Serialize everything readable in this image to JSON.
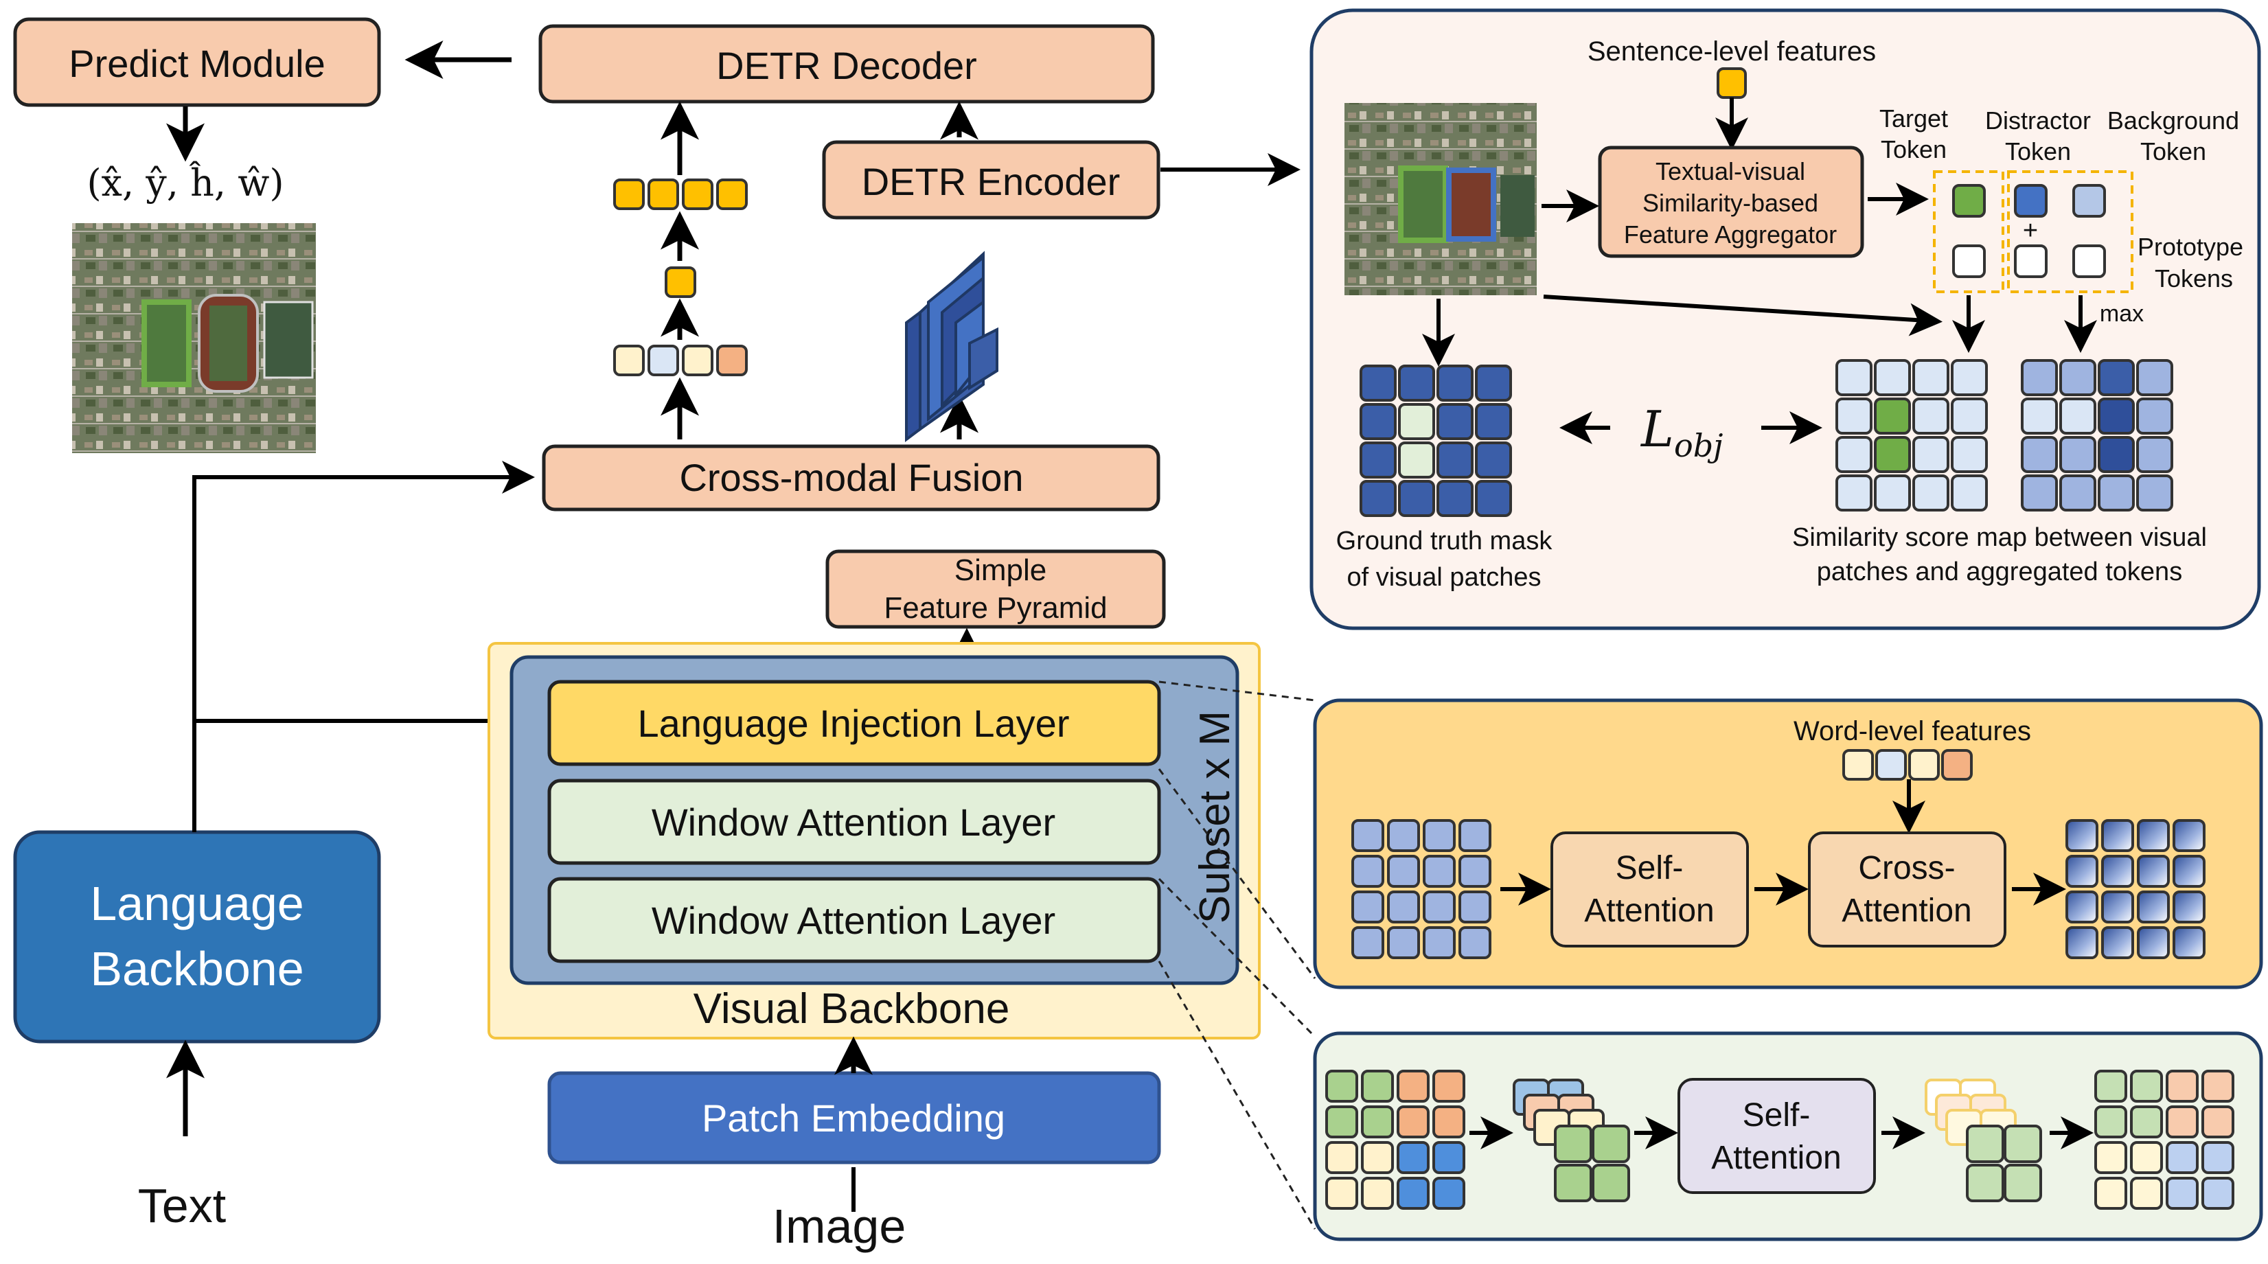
{
  "modules": {
    "predict_module": "Predict Module",
    "detr_decoder": "DETR Decoder",
    "detr_encoder": "DETR Encoder",
    "cross_modal_fusion": "Cross-modal Fusion",
    "simple_feature_pyramid_line1": "Simple",
    "simple_feature_pyramid_line2": "Feature Pyramid",
    "language_injection_layer": "Language Injection Layer",
    "window_attention_layer_1": "Window Attention Layer",
    "window_attention_layer_2": "Window Attention Layer",
    "subset_label": "Subset x M",
    "visual_backbone": "Visual Backbone",
    "patch_embedding": "Patch Embedding",
    "language_backbone_line1": "Language",
    "language_backbone_line2": "Backbone"
  },
  "inputs": {
    "text": "Text",
    "image": "Image"
  },
  "prediction_output": "(x̂, ŷ, ĥ, ŵ)",
  "objectness_panel": {
    "sentence_features": "Sentence-level features",
    "aggregator_line1": "Textual-visual",
    "aggregator_line2": "Similarity-based",
    "aggregator_line3": "Feature Aggregator",
    "target_token_line1": "Target",
    "target_token_line2": "Token",
    "distractor_token_line1": "Distractor",
    "distractor_token_line2": "Token",
    "background_token_line1": "Background",
    "background_token_line2": "Token",
    "prototype_tokens_line1": "Prototype",
    "prototype_tokens_line2": "Tokens",
    "plus_sign": "+",
    "max_label": "max",
    "loss_label": "L",
    "loss_subscript": "obj",
    "gt_mask_caption_line1": "Ground truth mask",
    "gt_mask_caption_line2": "of visual patches",
    "similarity_caption_line1": "Similarity score map between visual",
    "similarity_caption_line2": "patches and aggregated tokens"
  },
  "injection_panel": {
    "word_features": "Word-level features",
    "self_attention_line1": "Self-",
    "self_attention_line2": "Attention",
    "cross_attention_line1": "Cross-",
    "cross_attention_line2": "Attention"
  },
  "window_panel": {
    "self_attention_line1": "Self-",
    "self_attention_line2": "Attention"
  },
  "colors": {
    "module_fill": "#f8cbad",
    "language_injection_fill": "#ffd966",
    "window_layer_fill": "#e2efd9",
    "subset_fill": "#8faacb",
    "visual_backbone_fill": "#fff2cc",
    "patch_embedding_fill": "#4472c4",
    "language_backbone_fill": "#2e75b6",
    "objectness_panel_fill": "#fdf3ee",
    "injection_panel_fill": "#ffd98c",
    "window_panel_fill": "#eef4e8",
    "patch_dark_blue": "#3b5ea8",
    "patch_light_blue": "#dae6f5",
    "target_green": "#70ad47",
    "token_gold": "#ffc000"
  }
}
